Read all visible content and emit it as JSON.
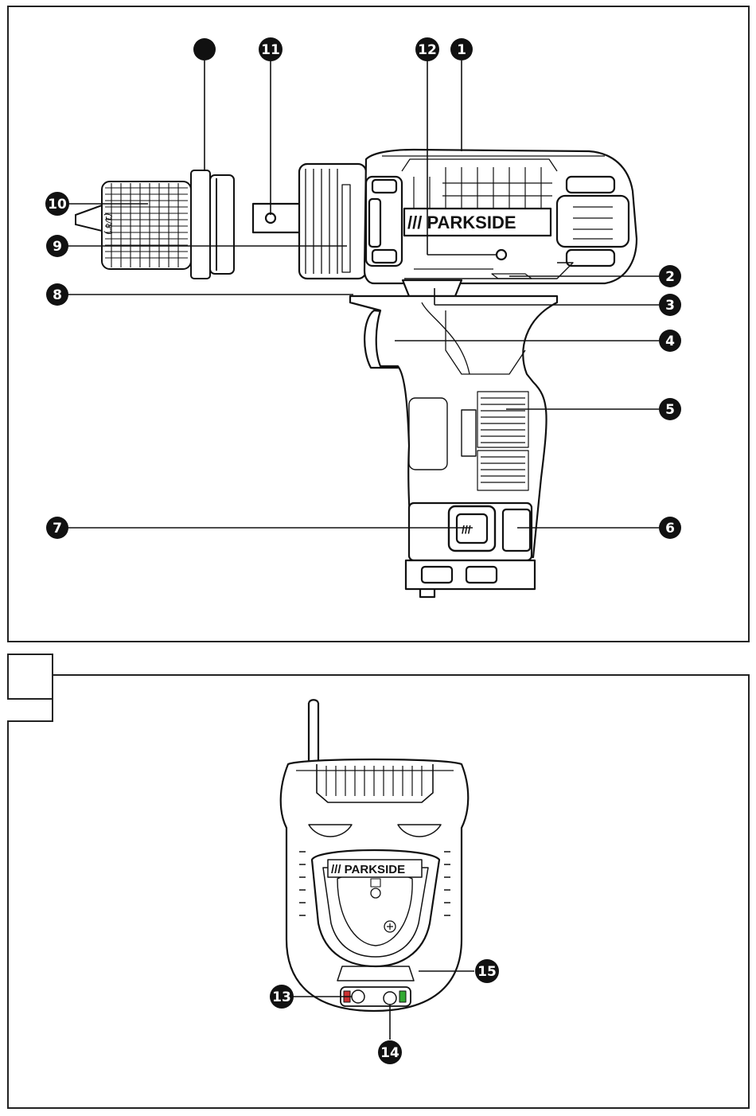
{
  "panel_drill": {
    "brand": "/// PARKSIDE",
    "chuck_marking": "(1/8\")",
    "callouts": [
      "1",
      "2",
      "3",
      "4",
      "5",
      "6",
      "7",
      "8",
      "9",
      "10",
      "11",
      "12"
    ]
  },
  "panel_charger": {
    "brand": "/// PARKSIDE",
    "callouts": [
      "13",
      "14",
      "15"
    ]
  }
}
